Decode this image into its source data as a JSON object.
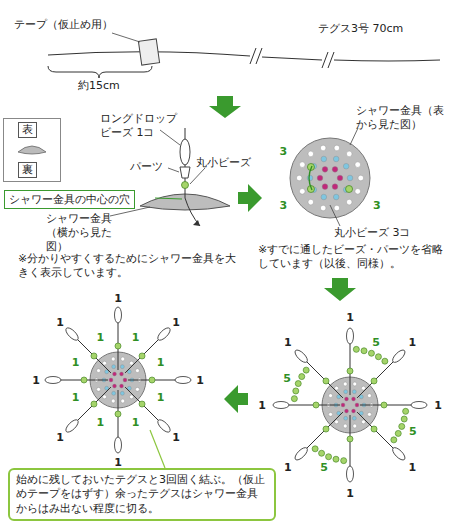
{
  "diagram": {
    "nodes": [
      {
        "text": [
          "表",
          "裏"
        ]
      },
      {
        "text": [
          "シャワー金具の中心の穴"
        ]
      },
      {
        "text": [
          "始めに残しておいたテグスと3回固く結ぶ。（仮止めテープをはずす）余ったテグスはシャワー金具からはみ出ない程度に切る。"
        ]
      }
    ],
    "labels": [
      "テープ（仮止め用）",
      "テグス3号 70cm",
      "約15cm",
      "ロングドロップビーズ 1コ",
      "パーツ",
      "丸小ビーズ",
      "シャワー金具（横から見た図）",
      "※分かりやすくするためにシャワー金具を大きく表示しています。",
      "シャワー金具（表から見た図）",
      "3",
      "3",
      "3",
      "丸小ビーズ 3コ",
      "※すでに通したビーズ・パーツを省略しています（以後、同様）。",
      "1",
      "1",
      "1",
      "1",
      "1",
      "1",
      "1",
      "1",
      "5",
      "5",
      "5",
      "5",
      "1",
      "1",
      "1",
      "1",
      "1",
      "1",
      "1",
      "1",
      "1",
      "1",
      "1",
      "1",
      "1",
      "1",
      "1",
      "1"
    ]
  }
}
